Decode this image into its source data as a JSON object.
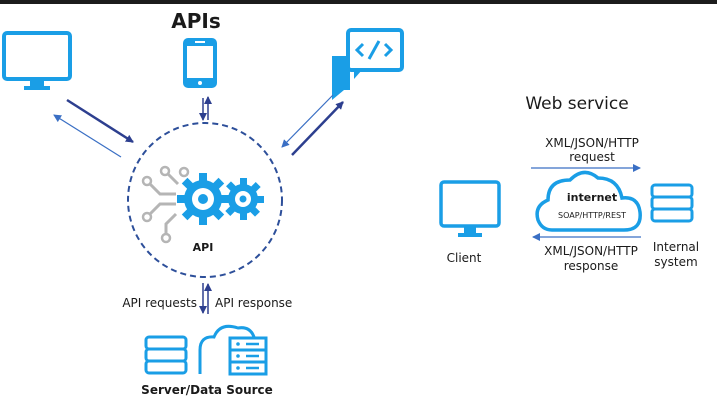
{
  "apis_diagram": {
    "heading": "APIs",
    "center_label": "API",
    "requests_label": "API requests",
    "response_label": "API response",
    "bottom_label": "Server/Data Source",
    "icons": [
      "desktop-monitor-icon",
      "smartphone-icon",
      "code-chat-icon",
      "gear-circuit-icon",
      "database-icon",
      "cloud-server-icon"
    ]
  },
  "web_service": {
    "heading": "Web service",
    "request_line1": "XML/JSON/HTTP",
    "request_line2": "request",
    "cloud_title": "internet",
    "cloud_protocols": "SOAP/HTTP/REST",
    "response_line1": "XML/JSON/HTTP",
    "response_line2": "response",
    "client_label": "Client",
    "internal_line1": "Internal",
    "internal_line2": "system"
  },
  "colors": {
    "accent": "#1a9ee6",
    "dark_arrow": "#2d3f8f",
    "gray": "#b0b0b0",
    "text": "#1a1a1a"
  }
}
